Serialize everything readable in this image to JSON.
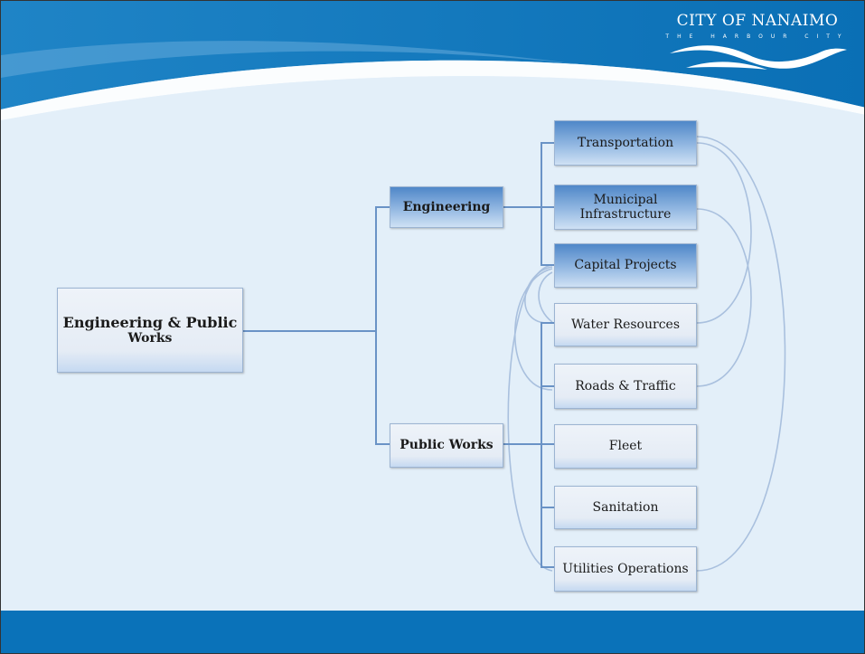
{
  "logo": {
    "title": "CITY OF NANAIMO",
    "subtitle": "THE HARBOUR CITY"
  },
  "root": {
    "line1": "Engineering & Public",
    "line2": "Works"
  },
  "branches": {
    "engineering": "Engineering",
    "public_works": "Public Works"
  },
  "engineering_items": [
    "Transportation",
    "Municipal Infrastructure",
    "Capital Projects"
  ],
  "public_works_items": [
    "Water Resources",
    "Roads & Traffic",
    "Fleet",
    "Sanitation",
    "Utilities Operations"
  ],
  "colors": {
    "header_blue": "#0a72b9",
    "slide_bg": "#e3eff9",
    "connector": "#6a93c6",
    "arc": "#a9c0de"
  }
}
